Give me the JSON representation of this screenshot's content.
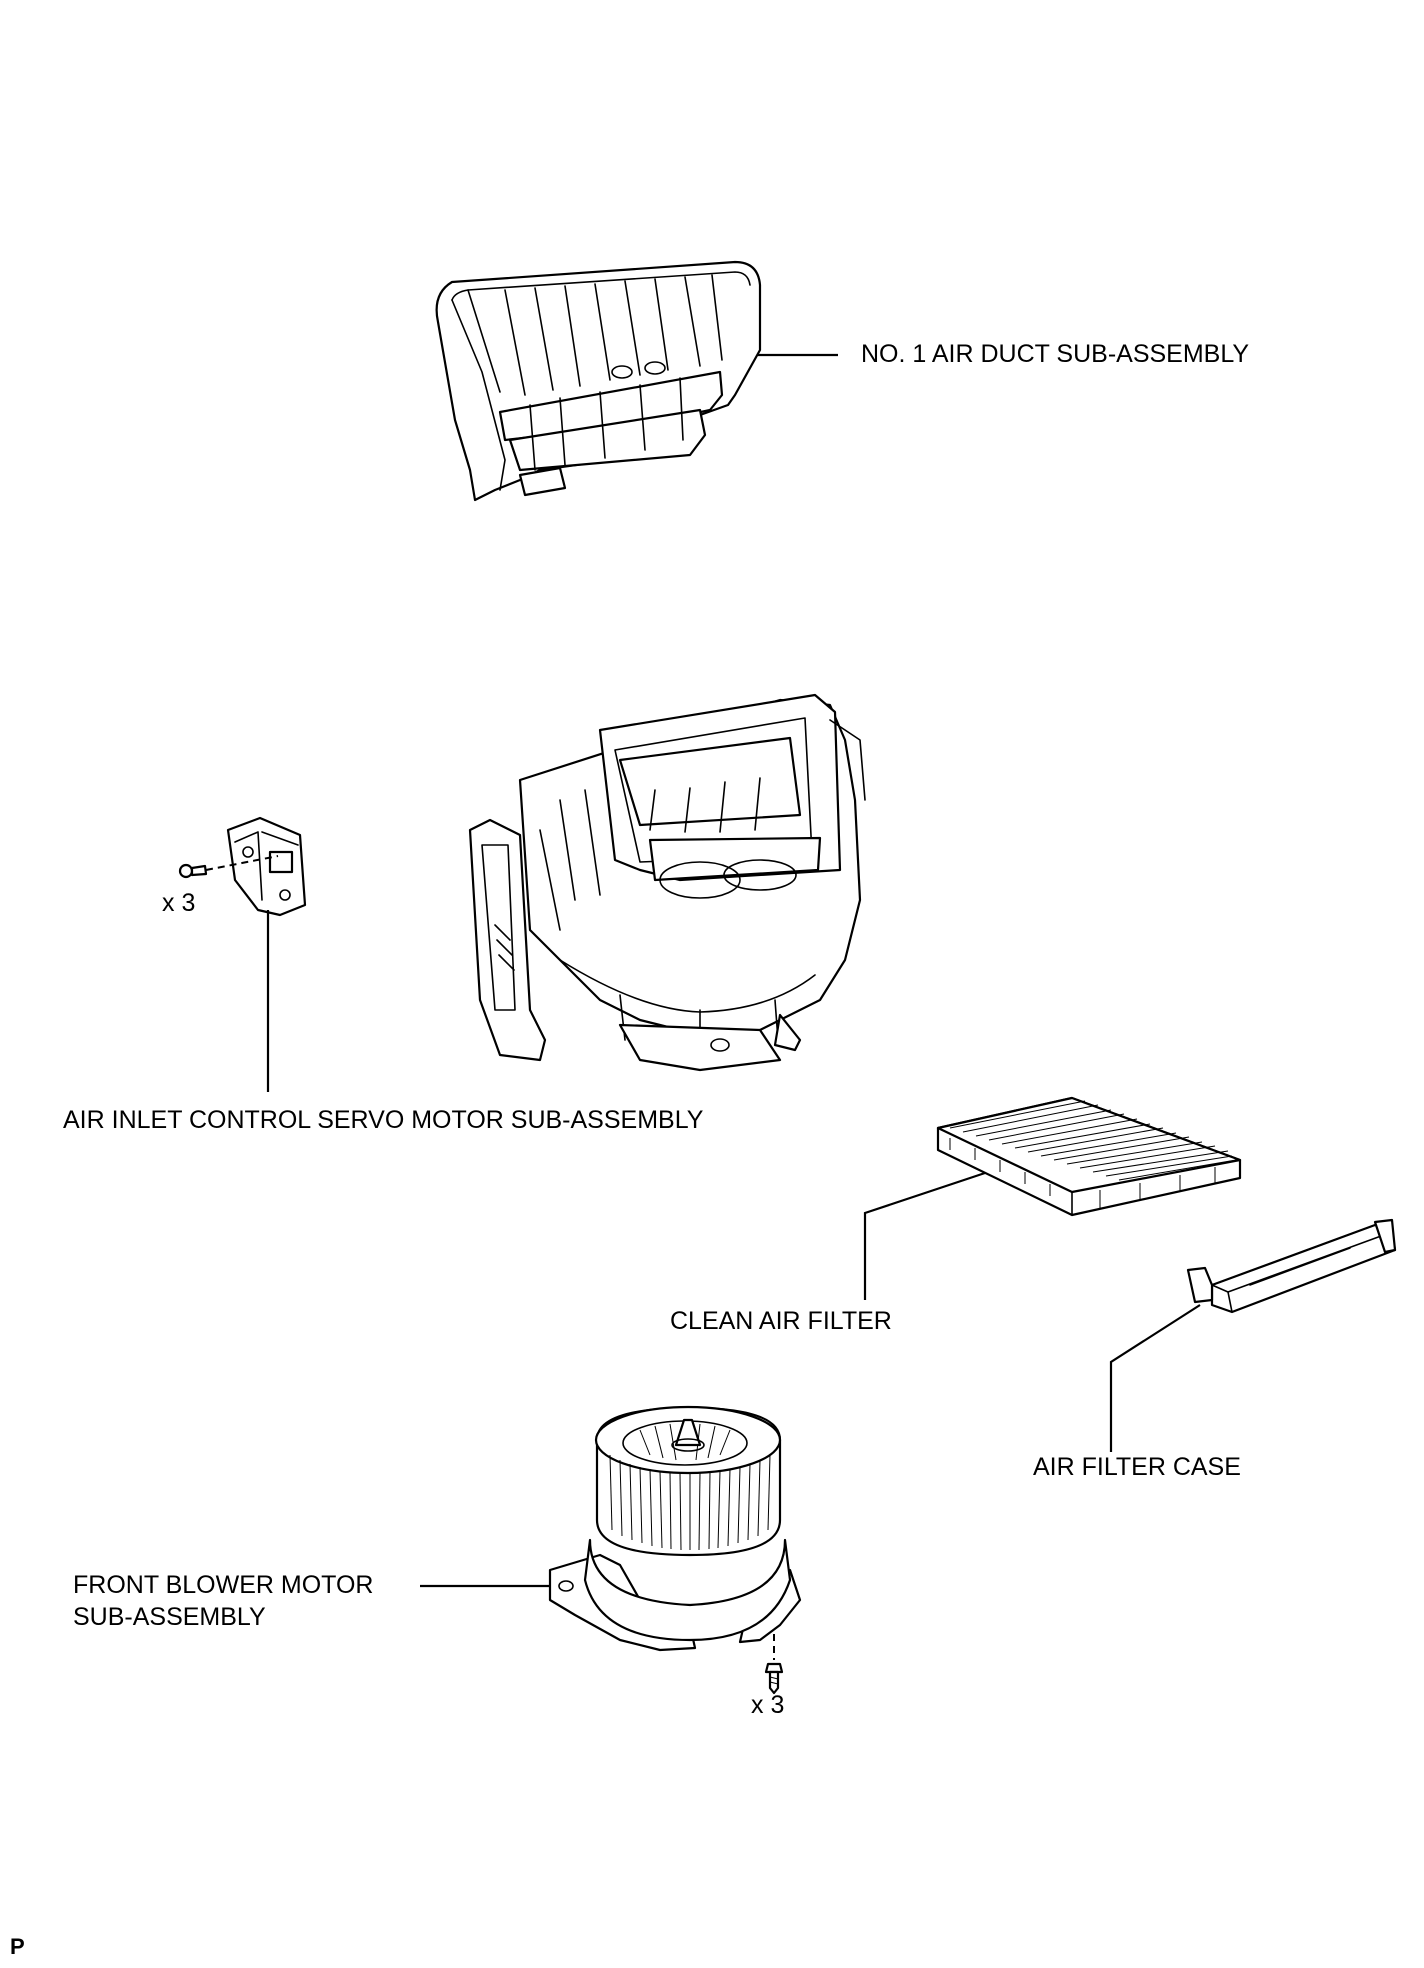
{
  "labels": {
    "air_duct": "NO. 1 AIR DUCT SUB-ASSEMBLY",
    "servo_motor": "AIR INLET CONTROL SERVO MOTOR SUB-ASSEMBLY",
    "servo_qty": "x 3",
    "clean_filter": "CLEAN AIR FILTER",
    "filter_case": "AIR FILTER CASE",
    "blower_line1": "FRONT BLOWER MOTOR",
    "blower_line2": "SUB-ASSEMBLY",
    "blower_qty": "x 3"
  },
  "footer": {
    "code": "P"
  },
  "icons": [
    "air-duct-icon",
    "blower-unit-housing-icon",
    "servo-motor-icon",
    "screw-icon",
    "clean-air-filter-icon",
    "air-filter-case-icon",
    "blower-motor-icon"
  ]
}
